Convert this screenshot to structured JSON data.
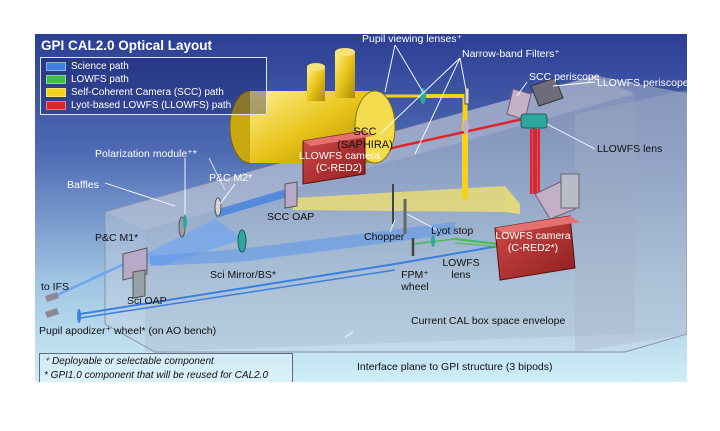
{
  "title": "GPI CAL2.0 Optical Layout",
  "legend": [
    {
      "label": "Science path",
      "color": "#3d7fe0"
    },
    {
      "label": "LOWFS path",
      "color": "#3fbf4a"
    },
    {
      "label": "Self-Coherent Camera (SCC) path",
      "color": "#f2d21a"
    },
    {
      "label": "Lyot-based LOWFS (LLOWFS) path",
      "color": "#e0242c"
    }
  ],
  "labels": {
    "pupil_viewing_lenses": "Pupil viewing lenses⁺",
    "narrow_band_filters": "Narrow-band Filters⁺",
    "scc_periscope": "SCC periscope",
    "llowfs_periscope": "LLOWFS periscope",
    "llowfs_lens": "LLOWFS lens",
    "scc_camera_line1": "SCC",
    "scc_camera_line2": "(SAPHIRA)",
    "llowfs_camera_line1": "LLOWFS camera",
    "llowfs_camera_line2": "(C-RED2)",
    "polarization_module": "Polarization module⁺*",
    "baffles": "Baffles",
    "pc_m2": "P&C M2*",
    "pc_m1": "P&C M1*",
    "scc_oap": "SCC OAP",
    "chopper": "Chopper",
    "lyot_stop": "Lyot stop",
    "lowfs_camera_line1": "LOWFS camera",
    "lowfs_camera_line2": "(C-RED2*)",
    "lowfs_lens_line1": "LOWFS",
    "lowfs_lens_line2": "lens",
    "fpm_wheel_line1": "FPM⁺",
    "fpm_wheel_line2": "wheel",
    "to_ifs": "to IFS",
    "sci_oap": "Sci OAP",
    "sci_mirror_bs": "Sci Mirror/BS*",
    "pupil_apodizer": "Pupil apodizer⁺ wheel* (on AO bench)",
    "cal_box_envelope": "Current CAL box space envelope",
    "interface_plane": "Interface plane to GPI structure (3 bipods)"
  },
  "notes": [
    "⁺ Deployable or selectable component",
    "* GPI1.0 component that will be reused for CAL2.0"
  ]
}
